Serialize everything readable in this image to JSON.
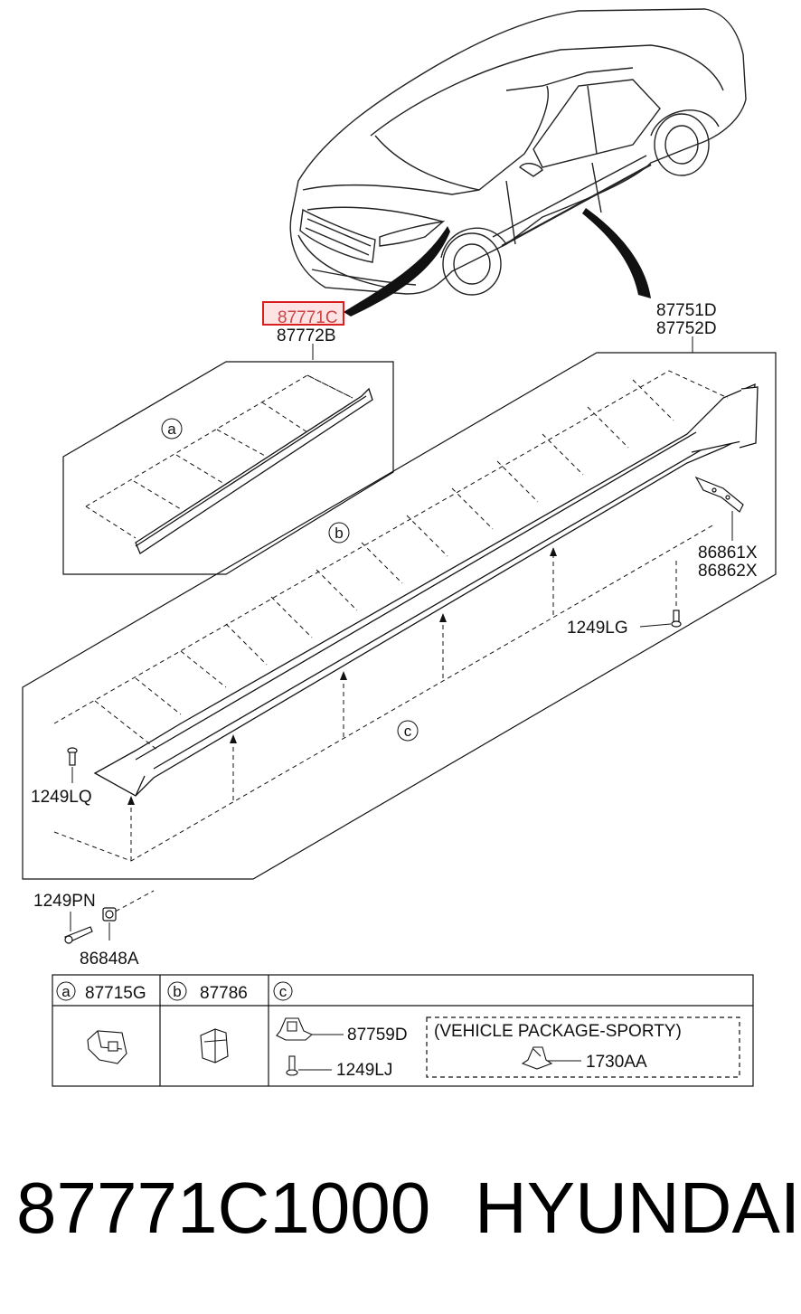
{
  "callouts": {
    "garnish_part_upper": "87771C",
    "garnish_part_lower": "87772B",
    "sill_part_upper": "87751D",
    "sill_part_lower": "87752D",
    "bracket_upper": "86861X",
    "bracket_lower": "86862X",
    "screw_right": "1249LG",
    "screw_left": "1249LQ",
    "screw_bottom": "1249PN",
    "nut_bottom": "86848A"
  },
  "circle_refs": {
    "a": "a",
    "b": "b",
    "c": "c"
  },
  "legend_table": {
    "col_a": {
      "letter": "a",
      "part": "87715G"
    },
    "col_b": {
      "letter": "b",
      "part": "87786"
    },
    "col_c": {
      "letter": "c",
      "items": [
        "87759D",
        "1249LJ"
      ],
      "package_note": "(VEHICLE PACKAGE-SPORTY)",
      "package_item": "1730AA"
    }
  },
  "footer": {
    "part_number": "87771C1000",
    "brand": "HYUNDAI"
  },
  "colors": {
    "highlight_border": "#d82020",
    "highlight_fill": "#fde3e3",
    "ink": "#111111"
  }
}
